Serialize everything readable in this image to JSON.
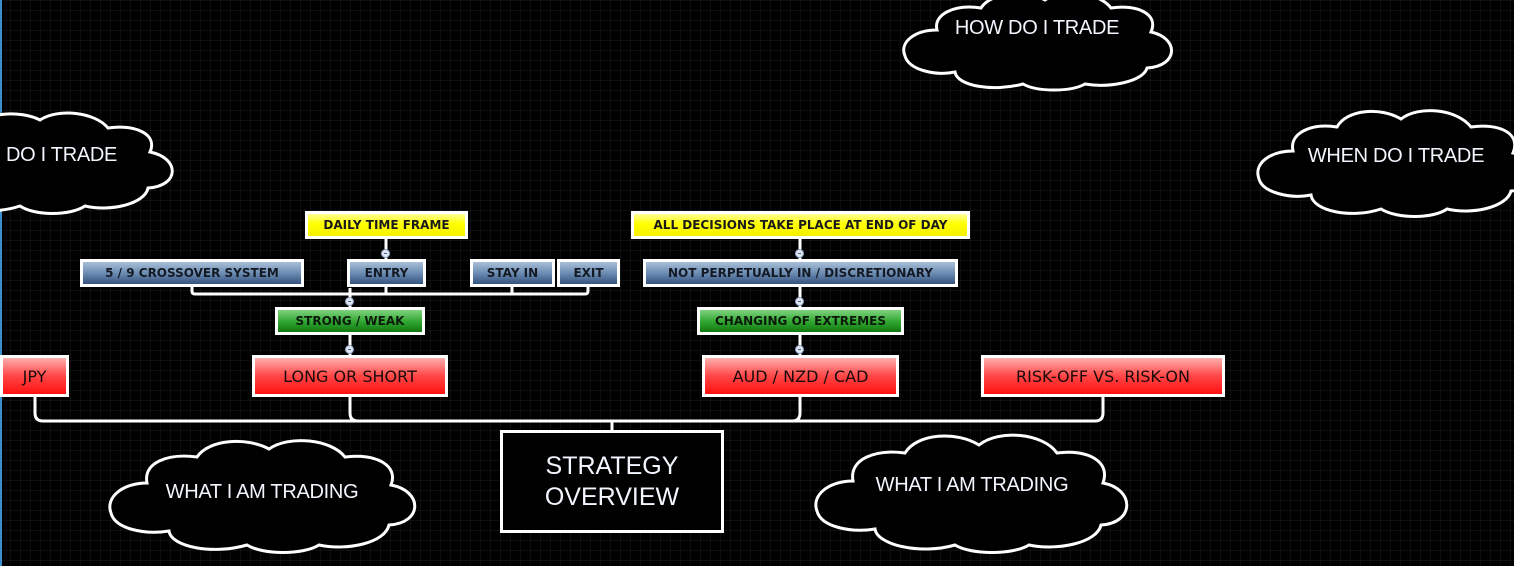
{
  "diagram": {
    "title": "Strategy Overview",
    "colors": {
      "background": "#000000",
      "line": "#ffffff",
      "yellow": "#ffff00",
      "blue": "#4f6f99",
      "green": "#2ea52e",
      "red": "#ff2020",
      "text_light": "#f2f6ff"
    },
    "root": {
      "line1": "STRATEGY",
      "line2": "OVERVIEW"
    },
    "clouds": {
      "why": "DO I TRADE",
      "how": "HOW DO I TRADE",
      "when": "WHEN DO I TRADE",
      "what_left": "WHAT I AM TRADING",
      "what_right": "WHAT I AM TRADING"
    },
    "branches": {
      "jpy": "JPY",
      "long_short": "LONG  OR  SHORT",
      "aud_nzd_cad": "AUD / NZD / CAD",
      "risk": "RISK-OFF  VS.  RISK-ON"
    },
    "left_tree": {
      "strong_weak": "STRONG / WEAK",
      "crossover": "5 / 9  CROSSOVER SYSTEM",
      "entry": "ENTRY",
      "stay_in": "STAY IN",
      "exit": "EXIT",
      "daily": "DAILY TIME FRAME"
    },
    "right_tree": {
      "extremes": "CHANGING OF EXTREMES",
      "not_perpetual": "NOT PERPETUALLY IN / DISCRETIONARY",
      "decisions": "ALL DECISIONS TAKE PLACE AT END OF DAY"
    },
    "icons": {
      "toggle": "collapse-minus-icon",
      "cloud": "cloud-shape"
    }
  }
}
